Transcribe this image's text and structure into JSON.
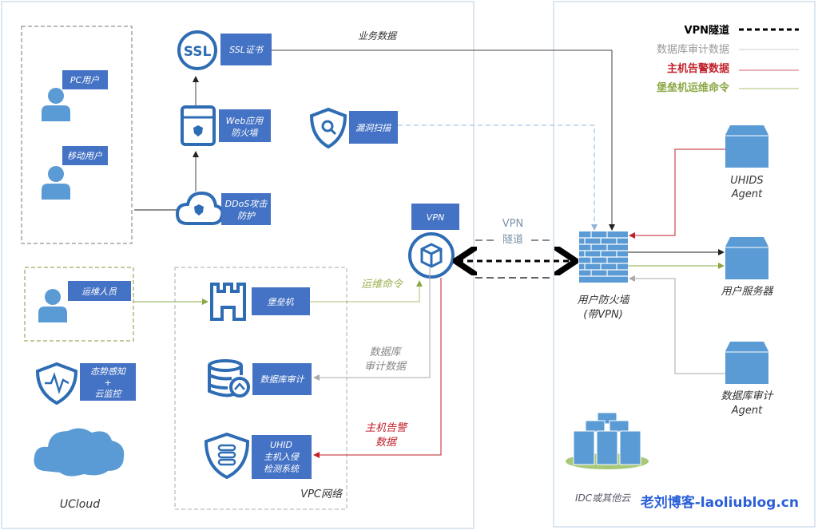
{
  "colors": {
    "box_blue": "#4472c4",
    "icon_blue": "#2e6db4",
    "light_blue": "#5b9bd5",
    "alert_red": "#c0202a",
    "ops_green": "#8aa844",
    "audit_gray": "#aaaaaa",
    "watermark": "#2a5fd8"
  },
  "legend": [
    {
      "label": "VPN隧道",
      "color": "#000000",
      "style": "dashed"
    },
    {
      "label": "数据库审计数据",
      "color": "#999999",
      "style": "solid"
    },
    {
      "label": "主机告警数据",
      "color": "#c0202a",
      "style": "solid"
    },
    {
      "label": "堡垒机运维命令",
      "color": "#8aa844",
      "style": "solid"
    }
  ],
  "ucloud": {
    "pc_user": "PC用户",
    "mobile_user": "移动用户",
    "ssl_icon_text": "SSL",
    "ssl": "SSL证书",
    "waf": [
      "Web应用",
      "防火墙"
    ],
    "ddos": [
      "DDoS攻击",
      "防护"
    ],
    "business_data": "业务数据",
    "vuln_scan": "漏洞扫描",
    "vpn": "VPN",
    "ops_staff": "运维人员",
    "bastion": "堡垒机",
    "ops_command": "运维命令",
    "db_audit": "数据库审计",
    "db_audit_data": [
      "数据库",
      "审计数据"
    ],
    "uhid": [
      "UHID",
      "主机入侵",
      "检测系统"
    ],
    "host_alert": [
      "主机告警",
      "数据"
    ],
    "situation": [
      "态势感知",
      "+",
      "云监控"
    ],
    "vpc": "VPC网络",
    "cloud_name": "UCloud"
  },
  "idc": {
    "vpn_tunnel": [
      "VPN",
      "隧道"
    ],
    "firewall": [
      "用户防火墙",
      "(带VPN)"
    ],
    "uhids_agent": [
      "UHIDS",
      "Agent"
    ],
    "user_server": "用户服务器",
    "db_agent": [
      "数据库审计",
      "Agent"
    ],
    "idc_label": "IDC或其他云"
  },
  "watermark": "老刘博客-laoliublog.cn"
}
